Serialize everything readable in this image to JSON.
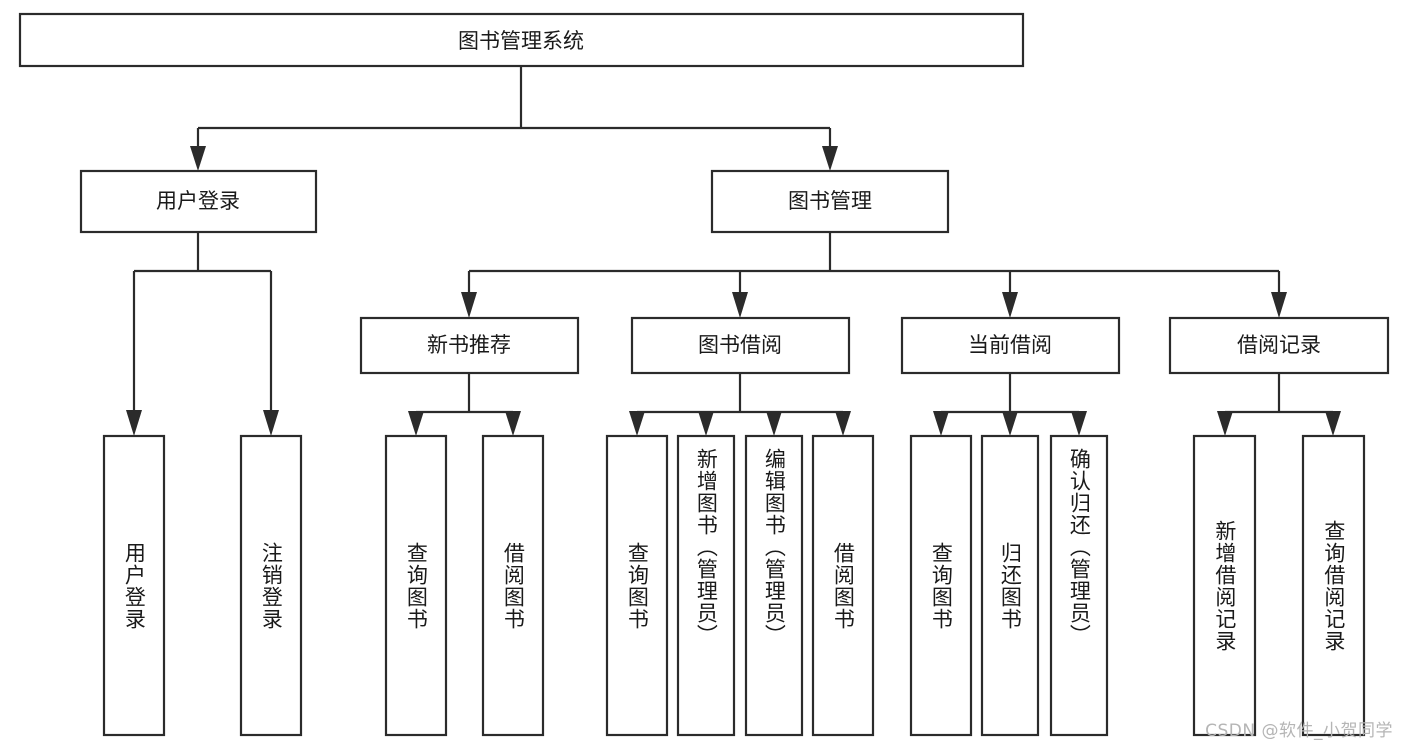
{
  "diagram": {
    "title": "图书管理系统",
    "type": "tree",
    "watermark": "CSDN @软件_小贺同学",
    "colors": {
      "box_stroke": "#2b2b2b",
      "box_fill": "#ffffff",
      "connector": "#2b2b2b",
      "text": "#1a1a1a",
      "watermark": "#b5b5b5",
      "background": "#ffffff"
    },
    "root": {
      "label": "图书管理系统"
    },
    "level2": [
      {
        "label": "用户登录"
      },
      {
        "label": "图书管理"
      }
    ],
    "level3": [
      {
        "label": "新书推荐"
      },
      {
        "label": "图书借阅"
      },
      {
        "label": "当前借阅"
      },
      {
        "label": "借阅记录"
      }
    ],
    "leaves": {
      "user_login": [
        {
          "label": "用户登录"
        },
        {
          "label": "注销登录"
        }
      ],
      "new_book_recommend": [
        {
          "label": "查询图书"
        },
        {
          "label": "借阅图书"
        }
      ],
      "book_borrow": [
        {
          "label": "查询图书"
        },
        {
          "label": "新增图书（管理员）"
        },
        {
          "label": "编辑图书（管理员）"
        },
        {
          "label": "借阅图书"
        }
      ],
      "current_borrow": [
        {
          "label": "查询图书"
        },
        {
          "label": "归还图书"
        },
        {
          "label": "确认归还（管理员）"
        }
      ],
      "borrow_record": [
        {
          "label": "新增借阅记录"
        },
        {
          "label": "查询借阅记录"
        }
      ]
    }
  }
}
